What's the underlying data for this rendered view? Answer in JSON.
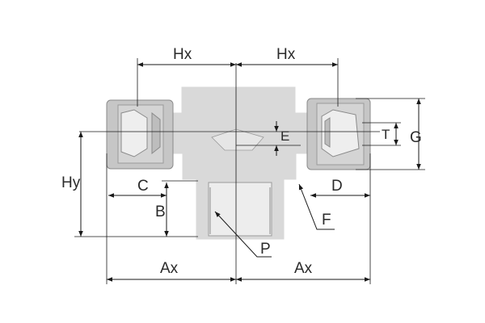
{
  "labels": {
    "hx_left": "Hx",
    "hx_right": "Hx",
    "hy": "Hy",
    "g": "G",
    "t": "T",
    "e": "E",
    "c": "C",
    "d": "D",
    "b": "B",
    "f": "F",
    "p": "P",
    "ax_left": "Ax",
    "ax_right": "Ax"
  },
  "colors": {
    "body": "#d9d9d9",
    "nut": "#c6c6c6",
    "line": "#1a1a1a"
  }
}
